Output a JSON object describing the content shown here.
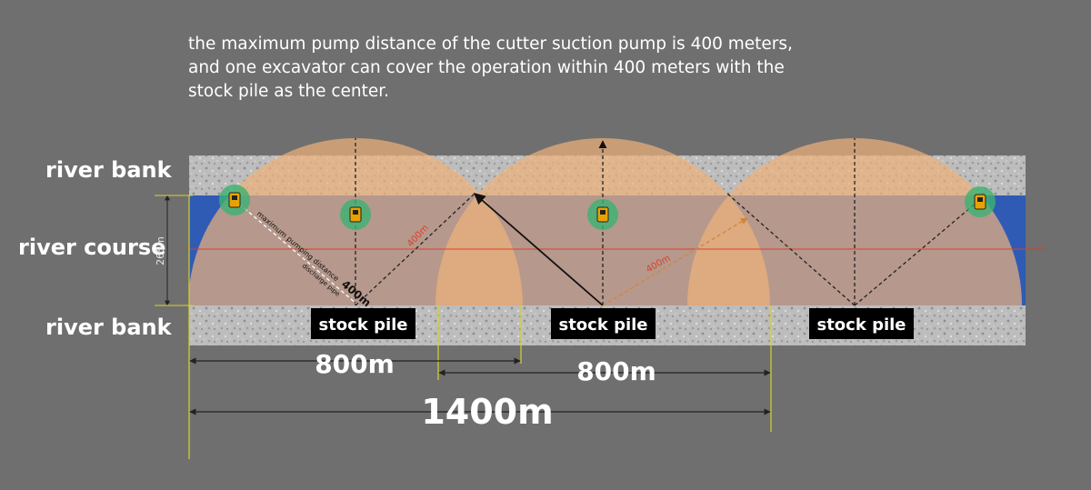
{
  "caption": {
    "line1": "the maximum pump distance of the cutter suction pump is 400 meters,",
    "line2": "and one excavator can cover the operation within 400 meters with the",
    "line3": "stock pile as the center."
  },
  "labels": {
    "river_bank_top": "river bank",
    "river_course": "river course",
    "river_bank_bottom": "river bank",
    "river_width": "265m",
    "radius_label": "400m",
    "max_pumping_distance_prefix": "maximum pumping distance",
    "max_pumping_distance_value": "400m",
    "discharge_pipe": "discharge pipe"
  },
  "stock_piles": [
    {
      "label": "stock pile"
    },
    {
      "label": "stock pile"
    },
    {
      "label": "stock pile"
    }
  ],
  "dimensions": {
    "span1": "800m",
    "span2": "800m",
    "total": "1400m"
  },
  "colors": {
    "background": "#6f6f6f",
    "river": "#2f5bb5",
    "coverage": "#f0b27a",
    "excavator_marker": "#3cb371",
    "centerline": "#d9412b",
    "guide": "#d9d12a"
  }
}
